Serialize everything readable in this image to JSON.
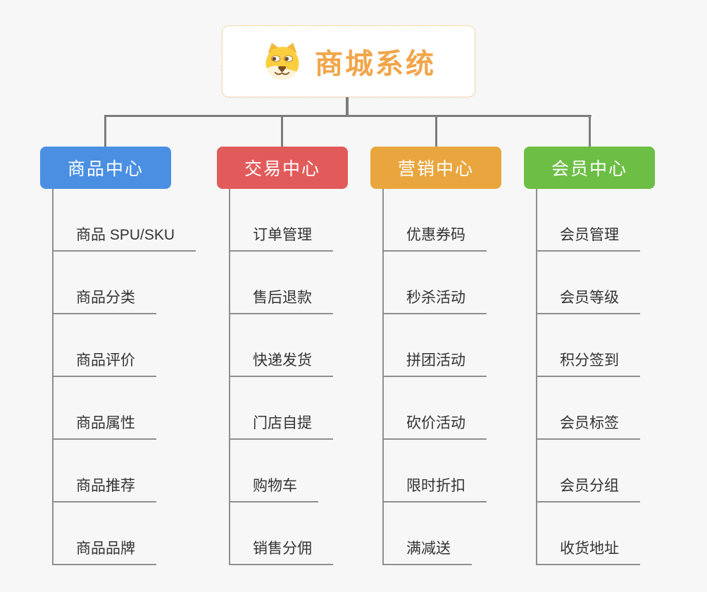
{
  "page": {
    "background": "#f7f7f7",
    "connector_color": "#7d7d7d",
    "underline_color": "#8f8f8f"
  },
  "root": {
    "title": "商城系统",
    "icon": "shiba-dog-icon",
    "text_color": "#f0a64a",
    "border_color": "#efb55e",
    "background": "#ffffff"
  },
  "branches": [
    {
      "label": "商品中心",
      "color": "#4a8fe2",
      "children": [
        "商品 SPU/SKU",
        "商品分类",
        "商品评价",
        "商品属性",
        "商品推荐",
        "商品品牌"
      ]
    },
    {
      "label": "交易中心",
      "color": "#e25b5b",
      "children": [
        "订单管理",
        "售后退款",
        "快递发货",
        "门店自提",
        "购物车",
        "销售分佣"
      ]
    },
    {
      "label": "营销中心",
      "color": "#e9a63e",
      "children": [
        "优惠券码",
        "秒杀活动",
        "拼团活动",
        "砍价活动",
        "限时折扣",
        "满减送"
      ]
    },
    {
      "label": "会员中心",
      "color": "#6cbe45",
      "children": [
        "会员管理",
        "会员等级",
        "积分签到",
        "会员标签",
        "会员分组",
        "收货地址"
      ]
    }
  ]
}
